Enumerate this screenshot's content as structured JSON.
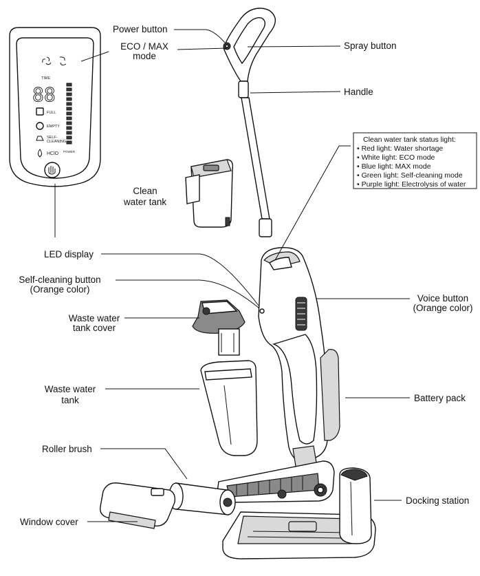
{
  "labels": {
    "power_button": "Power button",
    "eco_max_line1": "ECO / MAX",
    "eco_max_line2": "mode",
    "spray_button": "Spray button",
    "handle": "Handle",
    "clean_tank_line1": "Clean",
    "clean_tank_line2": "water tank",
    "led_display": "LED display",
    "self_clean_line1": "Self-cleaning button",
    "self_clean_line2": "(Orange color)",
    "voice_line1": "Voice button",
    "voice_line2": "(Orange color)",
    "waste_cover_line1": "Waste water",
    "waste_cover_line2": "tank cover",
    "waste_tank_line1": "Waste water",
    "waste_tank_line2": "tank",
    "battery_pack": "Battery pack",
    "roller_brush": "Roller brush",
    "docking_station": "Docking station",
    "window_cover": "Window cover"
  },
  "status_box": {
    "title": "Clean water tank status light:",
    "items": [
      "• Red light: Water shortage",
      "• White light: ECO mode",
      "• Blue light: MAX mode",
      "• Green light: Self-cleaning mode",
      "• Purple light: Electrolysis of water"
    ]
  },
  "display_panel": {
    "time_label": "TIME",
    "digits": "88",
    "full_label": "FULL",
    "empty_label": "EMPTY",
    "self_clean_label_1": "SELF-",
    "self_clean_label_2": "CLEANING",
    "hclo_label": "HClO",
    "power_label": "POWER"
  },
  "colors": {
    "line": "#111111",
    "shade_light": "#d9d9d9",
    "shade_dark": "#3a3a3a"
  }
}
